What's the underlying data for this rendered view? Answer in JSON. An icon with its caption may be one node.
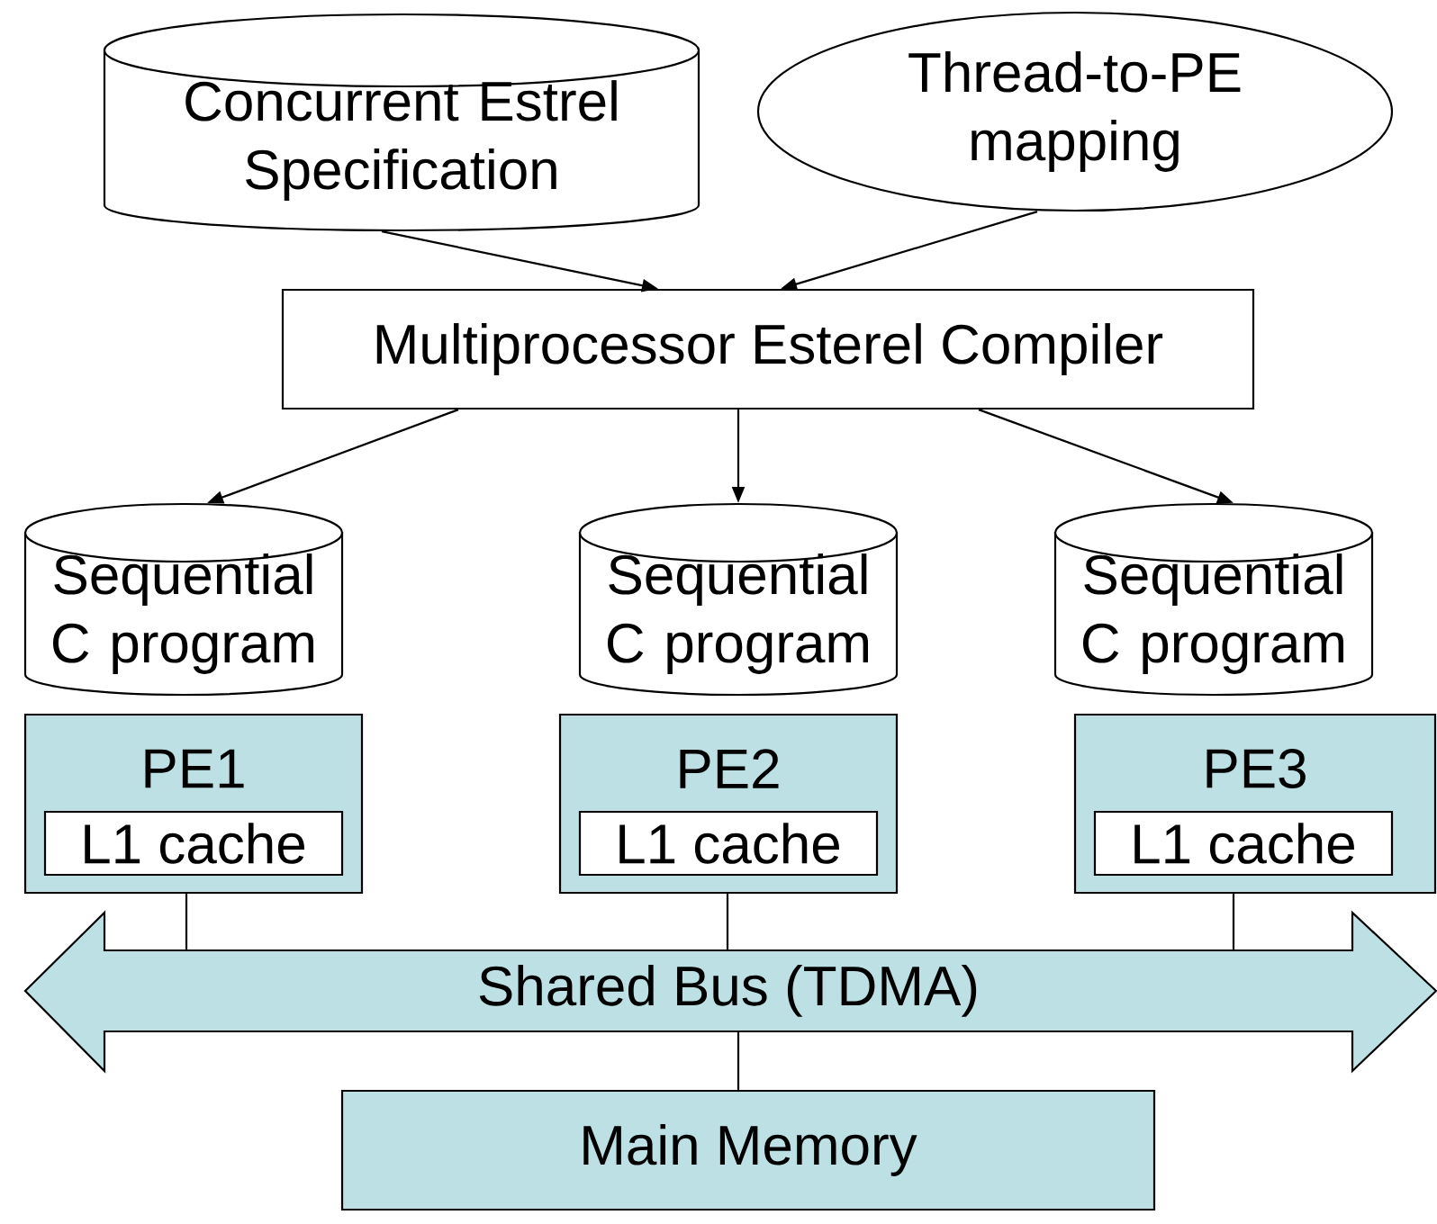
{
  "diagram": {
    "nodes": [
      {
        "text": [
          "Concurrent Estrel Specification"
        ]
      },
      {
        "text": [
          "Thread-to-PE mapping"
        ]
      },
      {
        "text": [
          "Multiprocessor Esterel Compiler"
        ]
      },
      {
        "text": [
          "Sequential C program"
        ]
      },
      {
        "text": [
          "Sequential C program"
        ]
      },
      {
        "text": [
          "Sequential C program"
        ]
      },
      {
        "text": [
          "PE1"
        ]
      },
      {
        "text": [
          "L1 cache"
        ],
        "in": 6
      },
      {
        "text": [
          "PE2"
        ]
      },
      {
        "text": [
          "L1 cache"
        ],
        "in": 8
      },
      {
        "text": [
          "PE3"
        ]
      },
      {
        "text": [
          "L1 cache"
        ],
        "in": 10
      },
      {
        "text": [
          "Shared Bus (TDMA)"
        ]
      },
      {
        "text": [
          "Main Memory"
        ]
      }
    ],
    "edges": [
      {
        "from": 0,
        "to": 2,
        "arrow": "to"
      },
      {
        "from": 1,
        "to": 2,
        "arrow": "to"
      },
      {
        "from": 2,
        "to": 3,
        "arrow": "to"
      },
      {
        "from": 2,
        "to": 4,
        "arrow": "to"
      },
      {
        "from": 2,
        "to": 5,
        "arrow": "to"
      },
      {
        "from": 6,
        "to": 12,
        "arrow": "none"
      },
      {
        "from": 8,
        "to": 12,
        "arrow": "none"
      },
      {
        "from": 10,
        "to": 12,
        "arrow": "none"
      },
      {
        "from": 12,
        "to": 13,
        "arrow": "none"
      }
    ]
  }
}
